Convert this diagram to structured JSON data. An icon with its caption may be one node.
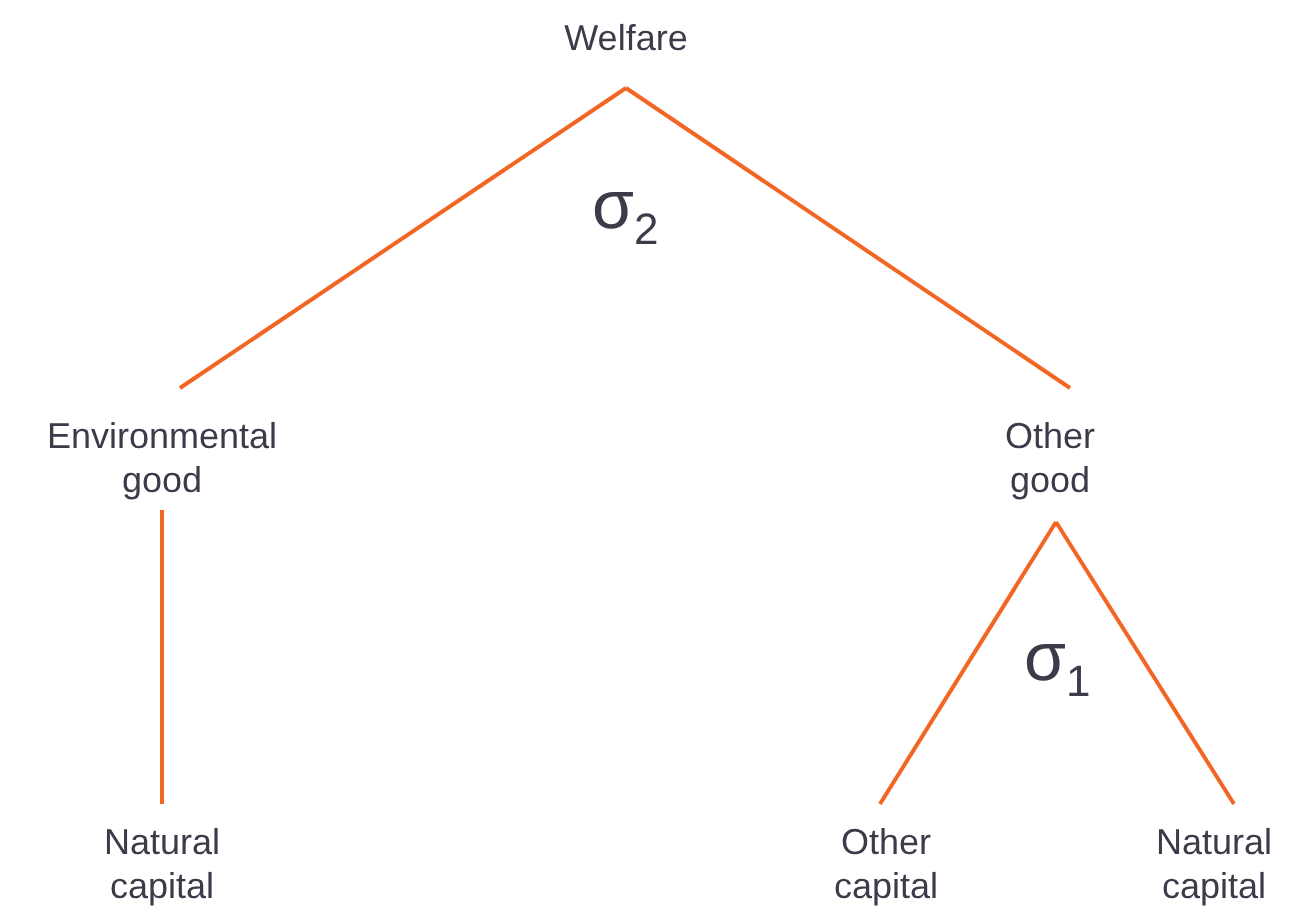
{
  "diagram": {
    "nodes": [
      {
        "text": [
          "Welfare"
        ]
      },
      {
        "text": [
          "Environmental good"
        ]
      },
      {
        "text": [
          "Other good"
        ]
      },
      {
        "text": [
          "Natural capital"
        ]
      },
      {
        "text": [
          "Other capital"
        ]
      },
      {
        "text": [
          "Natural capital"
        ]
      }
    ],
    "edges": [
      {
        "from": 0,
        "to": 1,
        "arrow": "none"
      },
      {
        "from": 0,
        "to": 2,
        "arrow": "none"
      },
      {
        "from": 1,
        "to": 3,
        "arrow": "none"
      },
      {
        "from": 2,
        "to": 4,
        "arrow": "none"
      },
      {
        "from": 2,
        "to": 5,
        "arrow": "none"
      }
    ],
    "labels": [
      "σ$_{2}$",
      "σ$_{1}$"
    ]
  }
}
